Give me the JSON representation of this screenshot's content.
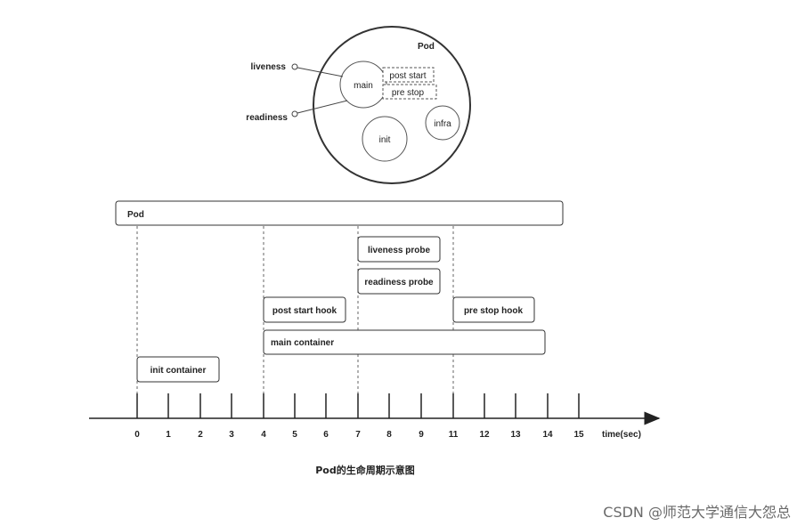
{
  "pod_diagram": {
    "title": "Pod",
    "main": "main",
    "init": "init",
    "infra": "infra",
    "post_start": "post start",
    "pre_stop": "pre stop",
    "liveness": "liveness",
    "readiness": "readiness"
  },
  "timeline": {
    "axis_label": "time(sec)",
    "ticks": [
      "0",
      "1",
      "2",
      "3",
      "4",
      "5",
      "6",
      "7",
      "8",
      "9",
      "11",
      "12",
      "13",
      "14",
      "15"
    ],
    "boxes": {
      "pod": "Pod",
      "liveness_probe": "liveness probe",
      "readiness_probe": "readiness probe",
      "post_start_hook": "post start hook",
      "pre_stop_hook": "pre stop hook",
      "main_container": "main container",
      "init_container": "init container"
    }
  },
  "caption": "Pod的生命周期示意图",
  "watermark": "CSDN @师范大学通信大怨总"
}
